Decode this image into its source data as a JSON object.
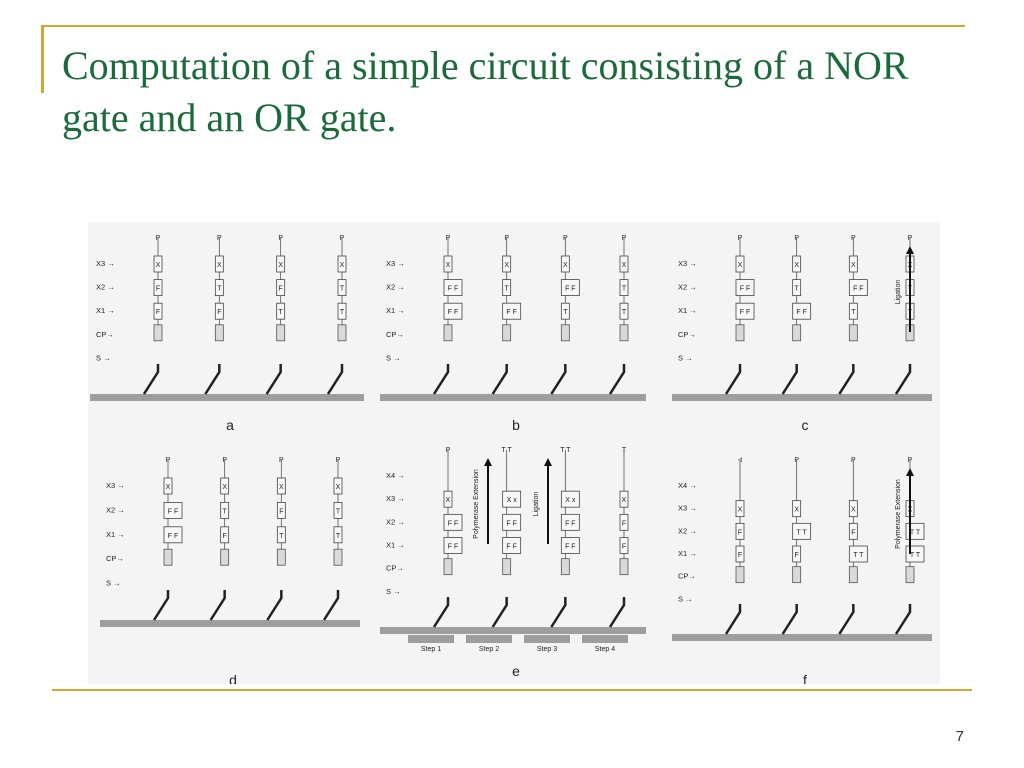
{
  "slide": {
    "title": "Computation of a simple circuit consisting of a NOR gate and an OR gate.",
    "page_number": "7"
  },
  "colors": {
    "title": "#1a6a3a",
    "rule": "#d4a531",
    "strand": "#222222",
    "substrate": "#9e9e9e"
  },
  "figure": {
    "panels": [
      {
        "label": "a",
        "row_labels": [
          "X3 →",
          "X2 →",
          "X1 →",
          "CP→",
          "S →"
        ],
        "strands": [
          {
            "top": "P",
            "cells": [
              "X",
              "F",
              "F"
            ]
          },
          {
            "top": "P",
            "cells": [
              "X",
              "T",
              "F"
            ]
          },
          {
            "top": "P",
            "cells": [
              "X",
              "F",
              "T"
            ]
          },
          {
            "top": "P",
            "cells": [
              "X",
              "T",
              "T"
            ]
          }
        ],
        "arrows": [],
        "annotations": [],
        "steps": []
      },
      {
        "label": "b",
        "row_labels": [
          "X3 →",
          "X2 →",
          "X1 →",
          "CP→",
          "S →"
        ],
        "strands": [
          {
            "top": "P",
            "cells": [
              "X",
              "F F",
              "F F"
            ]
          },
          {
            "top": "P",
            "cells": [
              "X",
              "T",
              "F F"
            ]
          },
          {
            "top": "P",
            "cells": [
              "X",
              "F F",
              "T"
            ]
          },
          {
            "top": "P",
            "cells": [
              "X",
              "T",
              "T"
            ]
          }
        ],
        "arrows": [],
        "annotations": [],
        "steps": []
      },
      {
        "label": "c",
        "row_labels": [
          "X3 →",
          "X2 →",
          "X1 →",
          "CP→",
          "S →"
        ],
        "strands": [
          {
            "top": "P",
            "cells": [
              "X",
              "F F",
              "F F"
            ]
          },
          {
            "top": "P",
            "cells": [
              "X",
              "T",
              "F F"
            ]
          },
          {
            "top": "P",
            "cells": [
              "X",
              "F F",
              "T"
            ]
          },
          {
            "top": "P",
            "cells": [
              "X",
              "T",
              "T"
            ]
          }
        ],
        "arrows": [],
        "annotations": [
          "Ligation"
        ],
        "steps": []
      },
      {
        "label": "d",
        "row_labels": [
          "X3 →",
          "X2 →",
          "X1 →",
          "CP→",
          "S →"
        ],
        "strands": [
          {
            "top": "P",
            "cells": [
              "X",
              "F F",
              "F F"
            ]
          },
          {
            "top": "P",
            "cells": [
              "X",
              "T",
              "F"
            ]
          },
          {
            "top": "P",
            "cells": [
              "X",
              "F",
              "T"
            ]
          },
          {
            "top": "P",
            "cells": [
              "X",
              "T",
              "T"
            ]
          }
        ],
        "arrows": [],
        "annotations": [],
        "steps": []
      },
      {
        "label": "e",
        "row_labels": [
          "X4 →",
          "X3 →",
          "X2 →",
          "X1 →",
          "CP→",
          "S →"
        ],
        "strands": [
          {
            "top": "P",
            "cells": [
              "X",
              "F F",
              "F F"
            ]
          },
          {
            "top": "T T",
            "cells": [
              "X x",
              "F F",
              "F F"
            ]
          },
          {
            "top": "T T",
            "cells": [
              "X x",
              "F F",
              "F F"
            ]
          },
          {
            "top": "T",
            "cells": [
              "X",
              "F",
              "F"
            ]
          }
        ],
        "arrows": [],
        "annotations": [
          "Polymerase Extension",
          "Ligation"
        ],
        "steps": [
          "Step 1",
          "Step 2",
          "Step 3",
          "Step 4"
        ]
      },
      {
        "label": "f",
        "row_labels": [
          "X4 →",
          "X3 →",
          "X2 →",
          "X1 →",
          "CP→",
          "S →"
        ],
        "strands": [
          {
            "top": "-t",
            "cells": [
              "X",
              "F",
              "F"
            ]
          },
          {
            "top": "P",
            "cells": [
              "X",
              "T T",
              "F"
            ]
          },
          {
            "top": "P",
            "cells": [
              "X",
              "F",
              "T T"
            ]
          },
          {
            "top": "P",
            "cells": [
              "X",
              "T T",
              "T T"
            ]
          }
        ],
        "arrows": [],
        "annotations": [
          "Polymerase Extension"
        ],
        "steps": []
      }
    ]
  }
}
